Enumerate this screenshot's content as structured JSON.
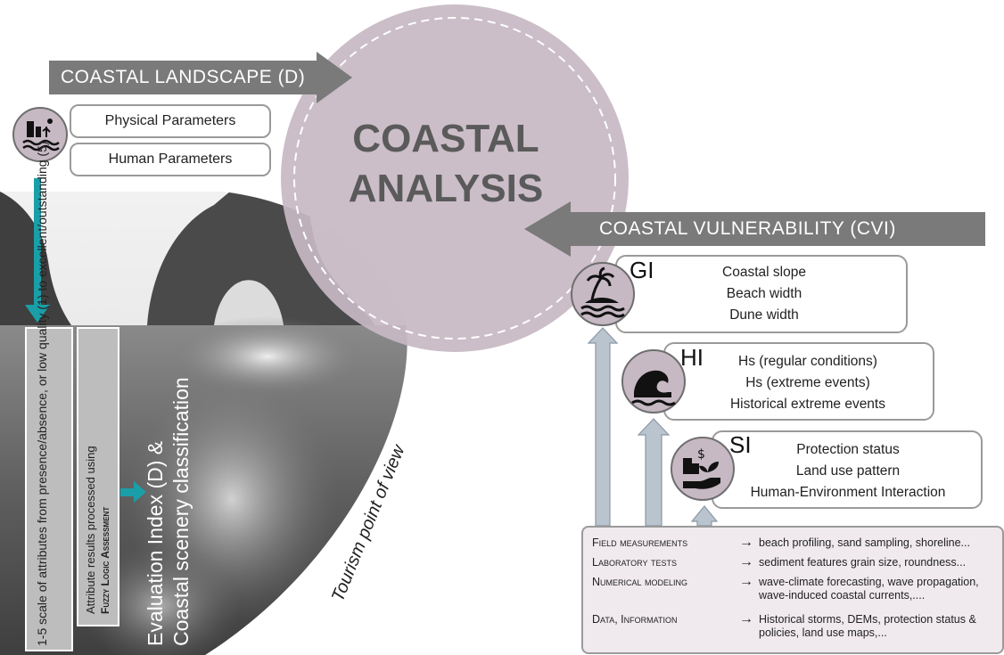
{
  "colors": {
    "arrow_gray": "#7a7a7a",
    "circle_fill": "#c7b9c3",
    "teal": "#1a9fa8",
    "panel_gray": "#bdbdbd",
    "up_arrow": "#b9c4cf"
  },
  "top_arrow": {
    "label": "COASTAL LANDSCAPE (D)"
  },
  "center": {
    "line1": "COASTAL",
    "line2": "ANALYSIS"
  },
  "landscape": {
    "params": [
      "Physical Parameters",
      "Human Parameters"
    ],
    "icon": "coastal-landscape-icon"
  },
  "left_panels": {
    "scale_text": "1-5 scale of attributes from presence/absence, or low quality (1) to excellent/outstanding (5)",
    "processed_text": "Attribute results processed using",
    "processed_emphasis": "Fuzzy Logic Assessment",
    "evaluation_line1": "Evaluation Index (D) &",
    "evaluation_line2": "Coastal scenery classification"
  },
  "tourism_label": "Tourism point of view",
  "right_arrow": {
    "label": "COASTAL VULNERABILITY (CVI)"
  },
  "indices": [
    {
      "code": "GI",
      "icon": "palm-island-icon",
      "lines": [
        "Coastal slope",
        "Beach width",
        "Dune width"
      ]
    },
    {
      "code": "HI",
      "icon": "wave-icon",
      "lines": [
        "Hs (regular conditions)",
        "Hs (extreme events)",
        "Historical extreme events"
      ]
    },
    {
      "code": "SI",
      "icon": "city-hand-plant-icon",
      "lines": [
        "Protection status",
        "Land use pattern",
        "Human-Environment  Interaction"
      ]
    }
  ],
  "data_table": [
    {
      "key": "Field measurements",
      "arrow": "→",
      "value": "beach profiling, sand sampling, shoreline..."
    },
    {
      "key": "Laboratory tests",
      "arrow": "→",
      "value": "sediment features grain size, roundness..."
    },
    {
      "key": "Numerical modeling",
      "arrow": "→",
      "value": "wave-climate forecasting, wave propagation, wave-induced coastal currents,...."
    },
    {
      "key": "Data, Information",
      "arrow": "→",
      "value": "Historical storms, DEMs, protection status & policies, land use maps,..."
    }
  ]
}
